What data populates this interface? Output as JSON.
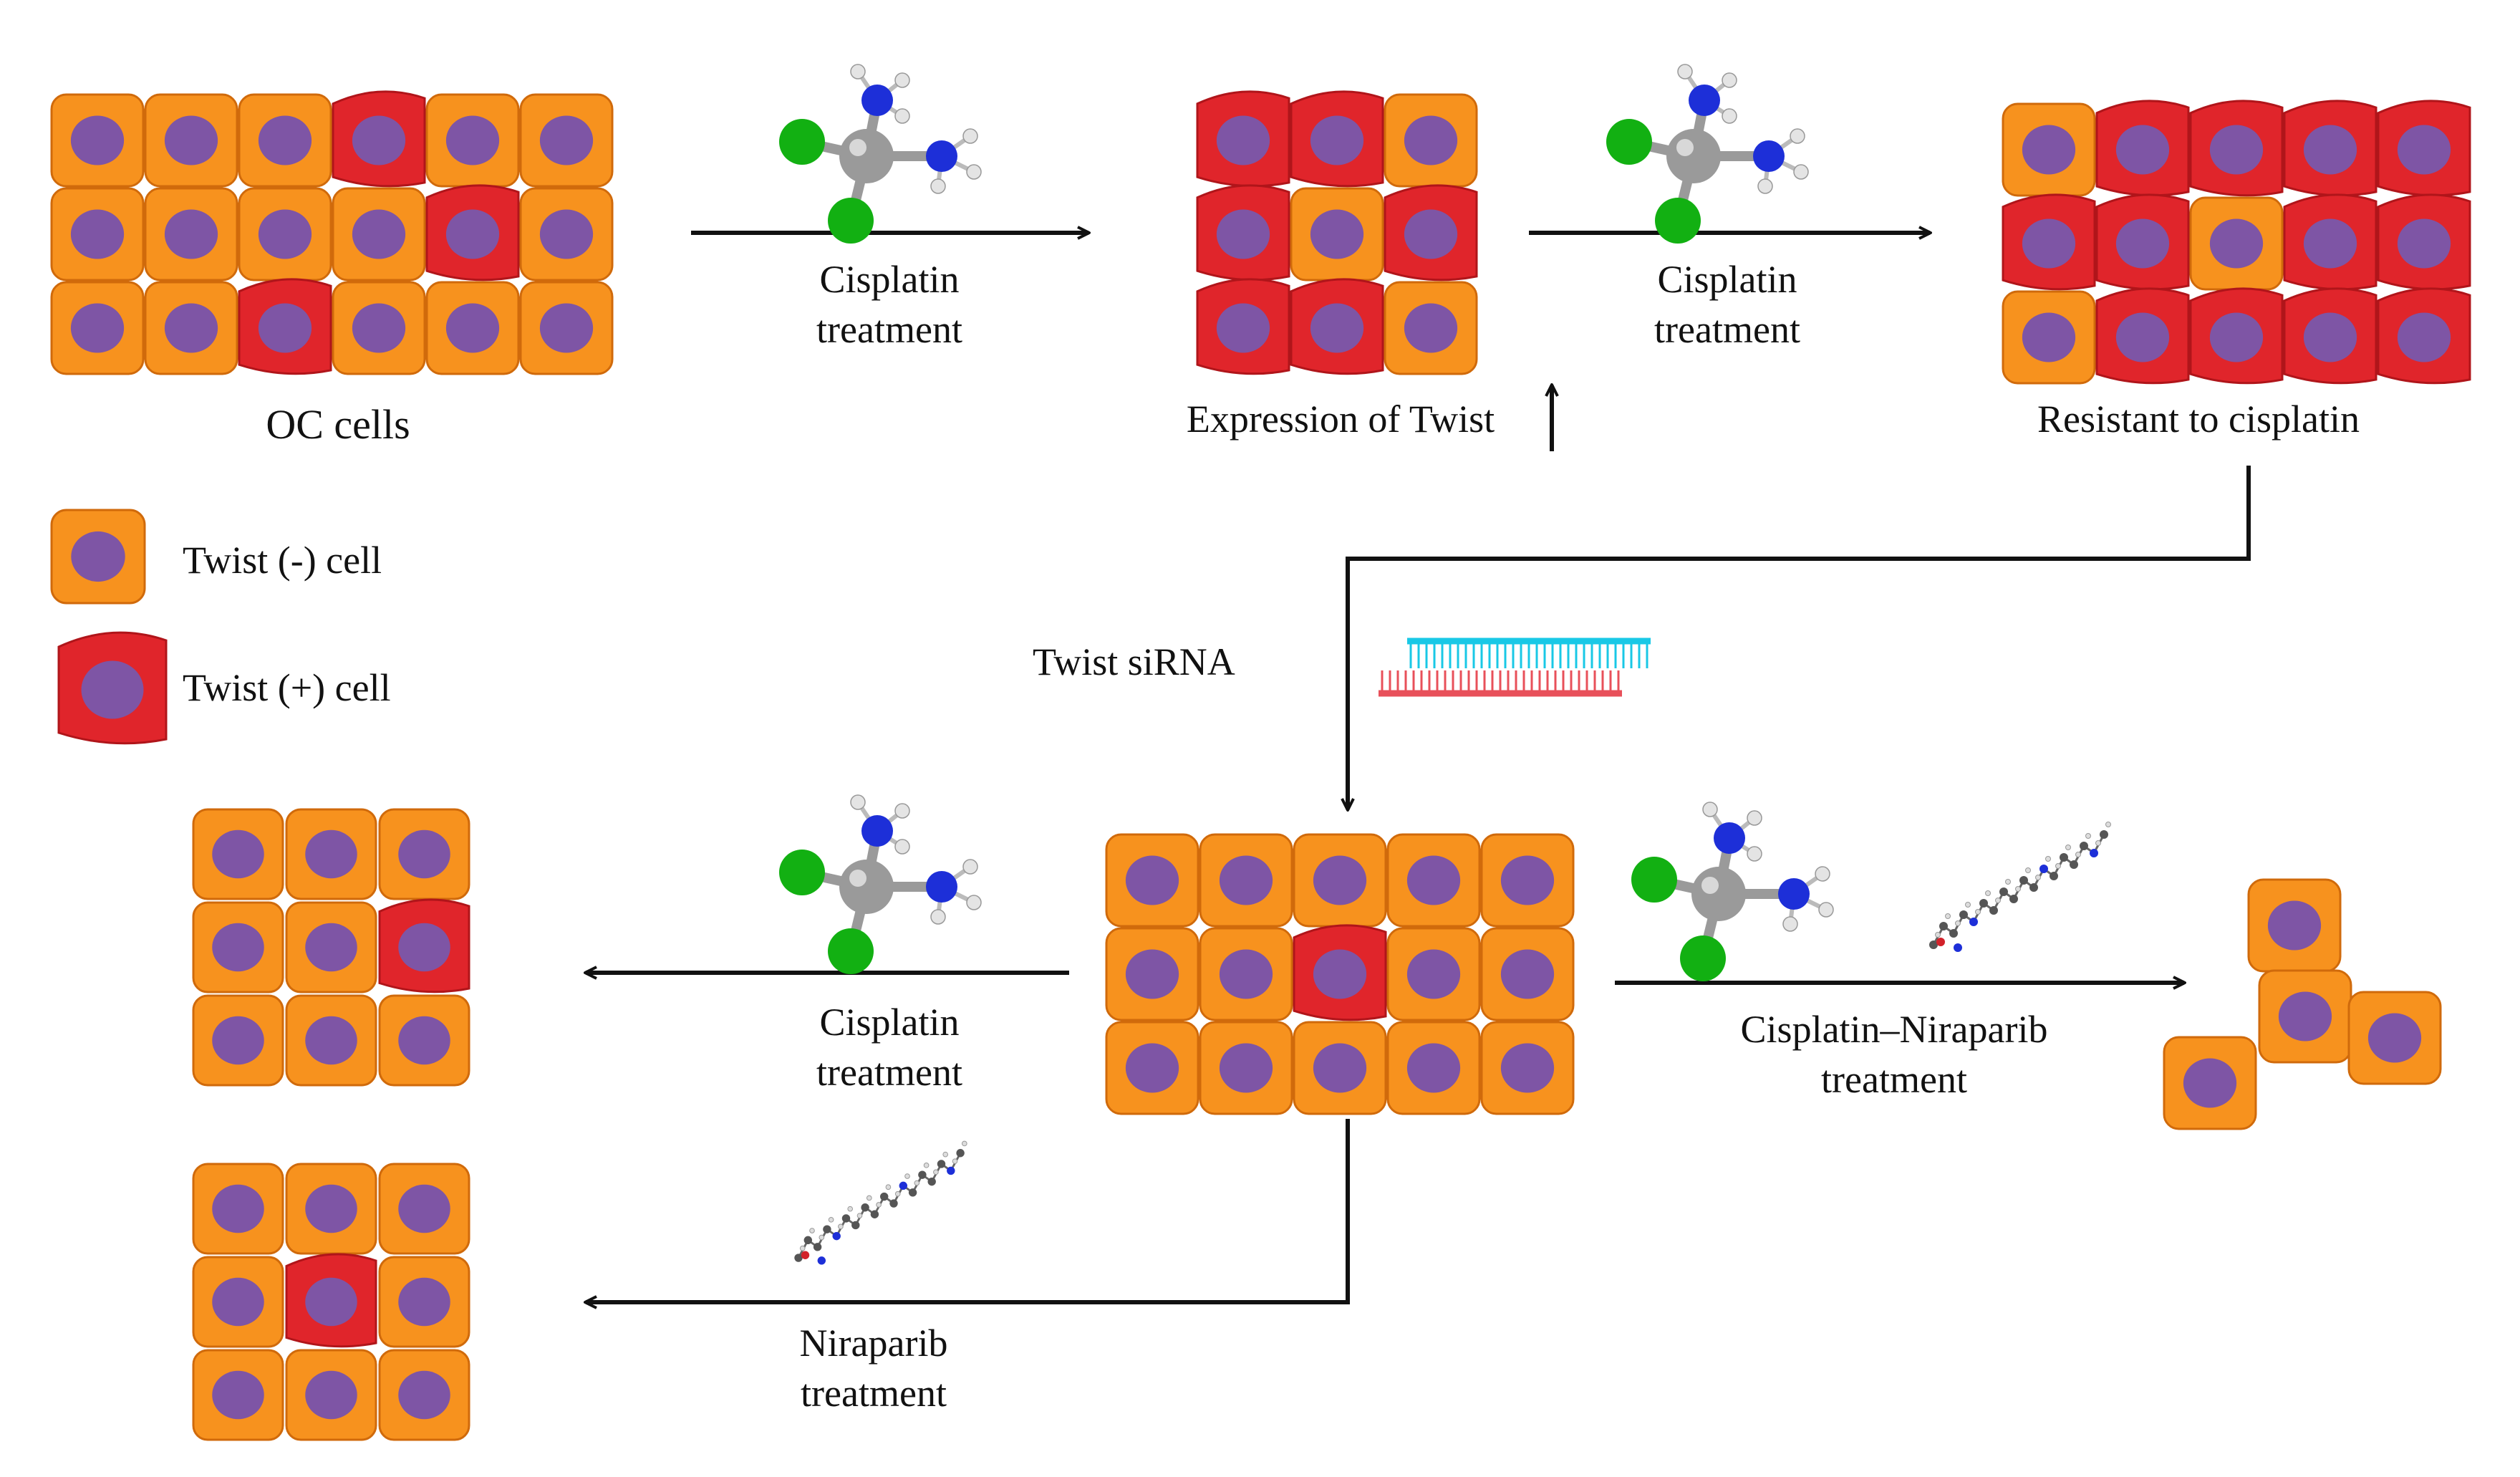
{
  "colors": {
    "negative_cell": "#F7921E",
    "negative_cell_edge": "#D06A0B",
    "positive_cell": "#E0252B",
    "positive_cell_edge": "#B0151A",
    "nucleus": "#7E55A5",
    "arrow": "#111111",
    "carbon": "#9A9A9A",
    "nitrogen": "#1D2FD8",
    "chlorine": "#12B012",
    "hydrogen": "#E4E4E4",
    "sirna_top": "#19C8E6",
    "sirna_bottom": "#E8505A"
  },
  "icons": [
    "cisplatin-molecule-icon",
    "niraparib-molecule-icon",
    "sirna-duplex-icon",
    "up-arrow-icon"
  ],
  "labels": {
    "oc_cells": "OC  cells",
    "cisplatin_1": "Cisplatin",
    "treatment_1": "treatment",
    "cisplatin_2": "Cisplatin",
    "treatment_2": "treatment",
    "expression_twist": "Expression of Twist",
    "resistant": "Resistant to cisplatin",
    "twist_sirna": "Twist  siRNA",
    "cisplatin_3": "Cisplatin",
    "treatment_3": "treatment",
    "combo_1": "Cisplatin–Niraparib",
    "combo_2": "treatment",
    "niraparib": "Niraparib",
    "treatment_4": "treatment"
  },
  "legend": {
    "negative": "Twist  (-)  cell",
    "positive": "Twist  (+)  cell"
  },
  "groups": {
    "initial": [
      [
        "n",
        "n",
        "n",
        "p",
        "n",
        "n"
      ],
      [
        "n",
        "n",
        "n",
        "n",
        "p",
        "n"
      ],
      [
        "n",
        "n",
        "p",
        "n",
        "n",
        "n"
      ]
    ],
    "after_first": [
      [
        "p",
        "p",
        "n"
      ],
      [
        "p",
        "n",
        "p"
      ],
      [
        "p",
        "p",
        "n"
      ]
    ],
    "resistant": [
      [
        "n",
        "p",
        "p",
        "p",
        "p"
      ],
      [
        "p",
        "p",
        "n",
        "p",
        "p"
      ],
      [
        "n",
        "p",
        "p",
        "p",
        "p"
      ]
    ],
    "sirna": [
      [
        "n",
        "n",
        "n",
        "n",
        "n"
      ],
      [
        "n",
        "n",
        "p",
        "n",
        "n"
      ],
      [
        "n",
        "n",
        "n",
        "n",
        "n"
      ]
    ],
    "cisplatin_only": [
      [
        "n",
        "n",
        "n"
      ],
      [
        "n",
        "n",
        "p"
      ],
      [
        "n",
        "n",
        "n"
      ]
    ],
    "niraparib_only": [
      [
        "n",
        "n",
        "n"
      ],
      [
        "n",
        "p",
        "n"
      ],
      [
        "n",
        "n",
        "n"
      ]
    ],
    "combination": [
      [
        "n",
        "-"
      ],
      [
        "-",
        "n",
        "n"
      ],
      [
        "n"
      ]
    ]
  }
}
